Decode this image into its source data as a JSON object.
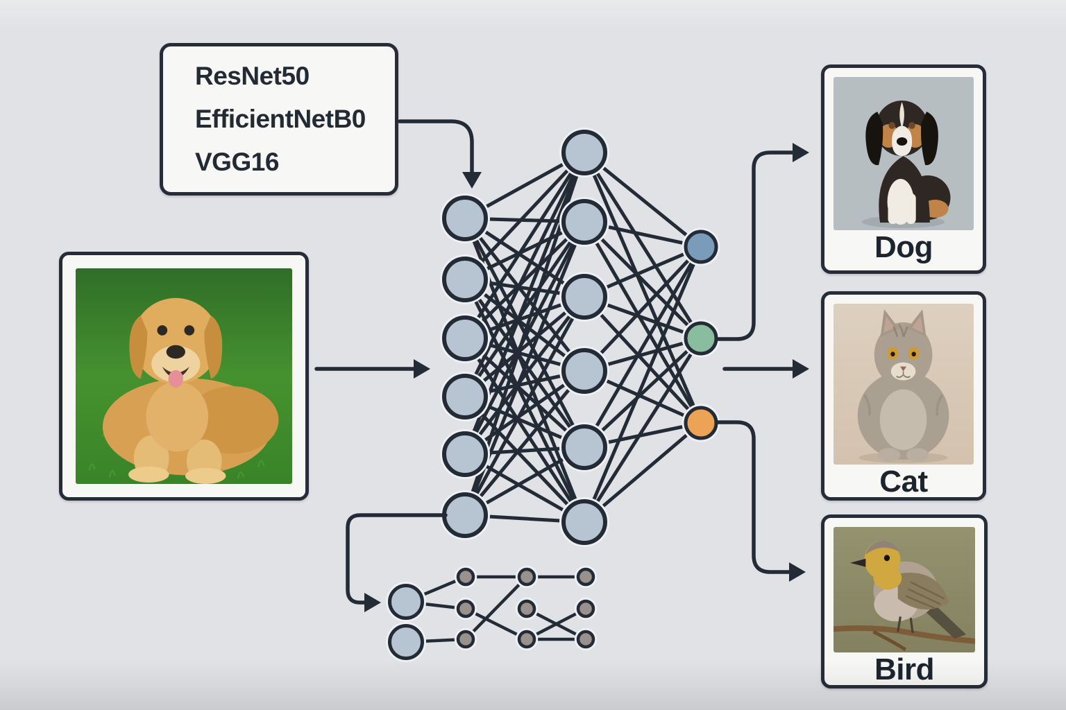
{
  "models_box": {
    "lines": [
      "ResNet50",
      "EfficientNetB0",
      "VGG16"
    ]
  },
  "input_card": {
    "image": "golden-retriever-on-grass"
  },
  "output_cards": [
    {
      "label": "Dog",
      "image": "beagle-dog-sitting"
    },
    {
      "label": "Cat",
      "image": "gray-tabby-cat-sitting"
    },
    {
      "label": "Bird",
      "image": "yellow-throated-bird-on-branch"
    }
  ],
  "network": {
    "main": {
      "layers": [
        {
          "name": "input",
          "count": 6
        },
        {
          "name": "hidden",
          "count": 6
        },
        {
          "name": "output",
          "count": 3
        }
      ],
      "output_node_colors": [
        "#7b9bba",
        "#8abda0",
        "#eca356"
      ]
    },
    "small": {
      "layer_counts": [
        2,
        3,
        3,
        3
      ]
    }
  },
  "colors": {
    "background": "#e1e2e5",
    "line": "#232b36",
    "node_fill": "#b7c4d1",
    "node_halo": "#eef0f3",
    "small_node_fill": "#99918b",
    "card_border": "#262d38",
    "card_bg": "#f7f7f6",
    "text": "#222a33"
  }
}
